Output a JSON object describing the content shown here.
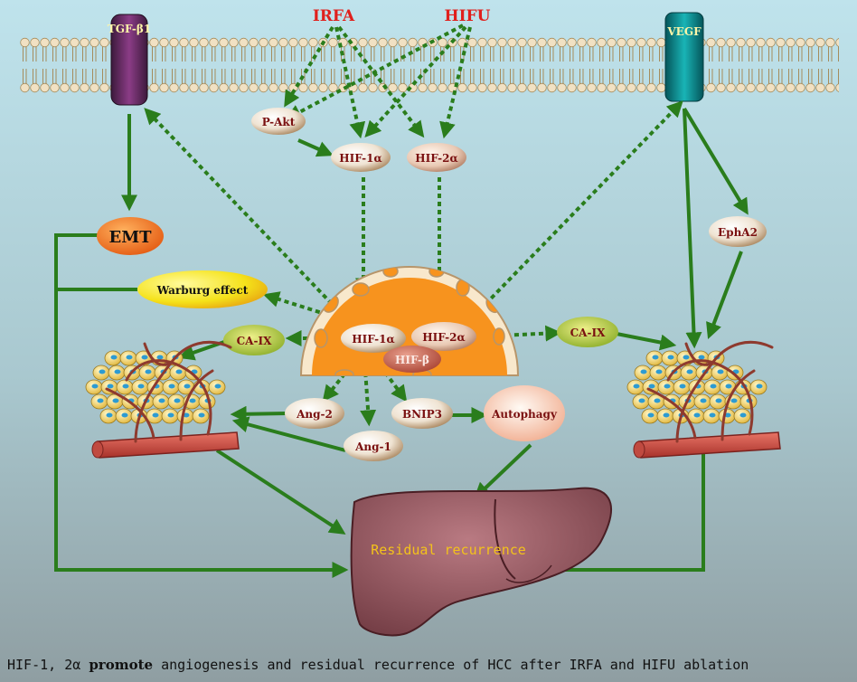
{
  "stimuli": {
    "irfa": "IRFA",
    "hifu": "HIFU"
  },
  "receptors": {
    "tgf": "TGF-β1",
    "vegf": "VEGF"
  },
  "cytoplasm": {
    "pakt": "P-Akt",
    "hif1a": "HIF-1α",
    "hif2a": "HIF-2α",
    "epha2": "EphA2"
  },
  "effects": {
    "emt": "EMT",
    "warburg": "Warburg effect",
    "caix_left": "CA-IX",
    "caix_right": "CA-IX",
    "ang2": "Ang-2",
    "ang1": "Ang-1",
    "bnip3": "BNIP3",
    "autophagy": "Autophagy"
  },
  "nucleus": {
    "hif1a": "HIF-1α",
    "hif2a": "HIF-2α",
    "hifb": "HIF-β"
  },
  "liver": {
    "label": "Residual recurrence"
  },
  "caption": {
    "part1": "HIF-1, 2α",
    "bold": "promote",
    "part2": "angiogenesis and residual recurrence of HCC after IRFA and HIFU ablation"
  },
  "colors": {
    "arrow": "#2a7d1c",
    "stimulus_text": "#e0201c",
    "node_text": "#7a1010",
    "emt_fill": "#f07a1a",
    "warburg_fill": "#f5e21a",
    "caix_fill": "#b8cc2a",
    "nucleus_fill": "#f7931e",
    "liver_fill": "#8c5058",
    "liver_text": "#f3c21b"
  }
}
